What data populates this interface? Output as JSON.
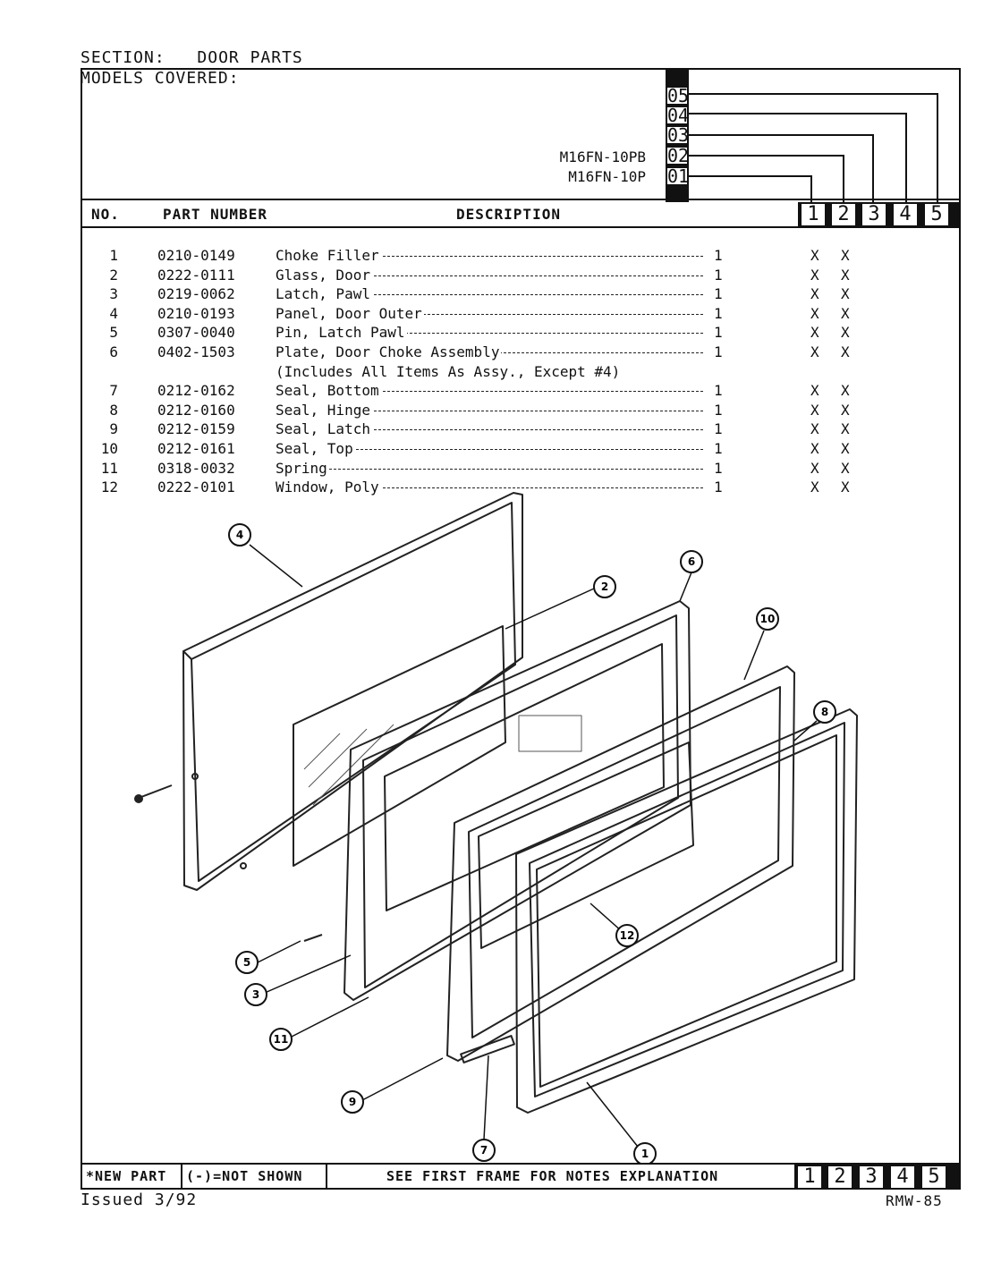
{
  "header": {
    "section_label": "SECTION:",
    "section_value": "DOOR PARTS",
    "models_covered_label": "MODELS COVERED:",
    "models": [
      {
        "code": "05",
        "name": ""
      },
      {
        "code": "04",
        "name": ""
      },
      {
        "code": "03",
        "name": ""
      },
      {
        "code": "02",
        "name": "M16FN-10PB"
      },
      {
        "code": "01",
        "name": "M16FN-10P"
      }
    ]
  },
  "columns": {
    "no": "NO.",
    "part_number": "PART NUMBER",
    "description": "DESCRIPTION",
    "model_cols": [
      "1",
      "2",
      "3",
      "4",
      "5"
    ]
  },
  "parts": [
    {
      "no": "1",
      "part": "0210-0149",
      "desc": "Choke Filler",
      "qty": "1",
      "m1": "X",
      "m2": "X"
    },
    {
      "no": "2",
      "part": "0222-0111",
      "desc": "Glass, Door",
      "qty": "1",
      "m1": "X",
      "m2": "X"
    },
    {
      "no": "3",
      "part": "0219-0062",
      "desc": "Latch, Pawl",
      "qty": "1",
      "m1": "X",
      "m2": "X"
    },
    {
      "no": "4",
      "part": "0210-0193",
      "desc": "Panel, Door Outer",
      "qty": "1",
      "m1": "X",
      "m2": "X"
    },
    {
      "no": "5",
      "part": "0307-0040",
      "desc": "Pin, Latch Pawl",
      "qty": "1",
      "m1": "X",
      "m2": "X"
    },
    {
      "no": "6",
      "part": "0402-1503",
      "desc": "Plate, Door Choke Assembly",
      "qty": "1",
      "m1": "X",
      "m2": "X"
    },
    {
      "no": "",
      "part": "",
      "desc": "(Includes All Items As Assy., Except #4)",
      "qty": "",
      "m1": "",
      "m2": ""
    },
    {
      "no": "7",
      "part": "0212-0162",
      "desc": "Seal, Bottom",
      "qty": "1",
      "m1": "X",
      "m2": "X"
    },
    {
      "no": "8",
      "part": "0212-0160",
      "desc": "Seal, Hinge",
      "qty": "1",
      "m1": "X",
      "m2": "X"
    },
    {
      "no": "9",
      "part": "0212-0159",
      "desc": "Seal, Latch",
      "qty": "1",
      "m1": "X",
      "m2": "X"
    },
    {
      "no": "10",
      "part": "0212-0161",
      "desc": "Seal, Top",
      "qty": "1",
      "m1": "X",
      "m2": "X"
    },
    {
      "no": "11",
      "part": "0318-0032",
      "desc": "Spring",
      "qty": "1",
      "m1": "X",
      "m2": "X"
    },
    {
      "no": "12",
      "part": "0222-0101",
      "desc": "Window, Poly",
      "qty": "1",
      "m1": "X",
      "m2": "X"
    }
  ],
  "diagram": {
    "callouts": [
      "4",
      "2",
      "6",
      "10",
      "8",
      "5",
      "3",
      "11",
      "9",
      "7",
      "1",
      "12"
    ]
  },
  "footer": {
    "new_part": "*NEW PART",
    "not_shown": "(-)=NOT SHOWN",
    "notes": "SEE FIRST FRAME FOR NOTES EXPLANATION",
    "model_cols": [
      "1",
      "2",
      "3",
      "4",
      "5"
    ],
    "issued": "Issued 3/92",
    "doc_code": "RMW-85"
  }
}
